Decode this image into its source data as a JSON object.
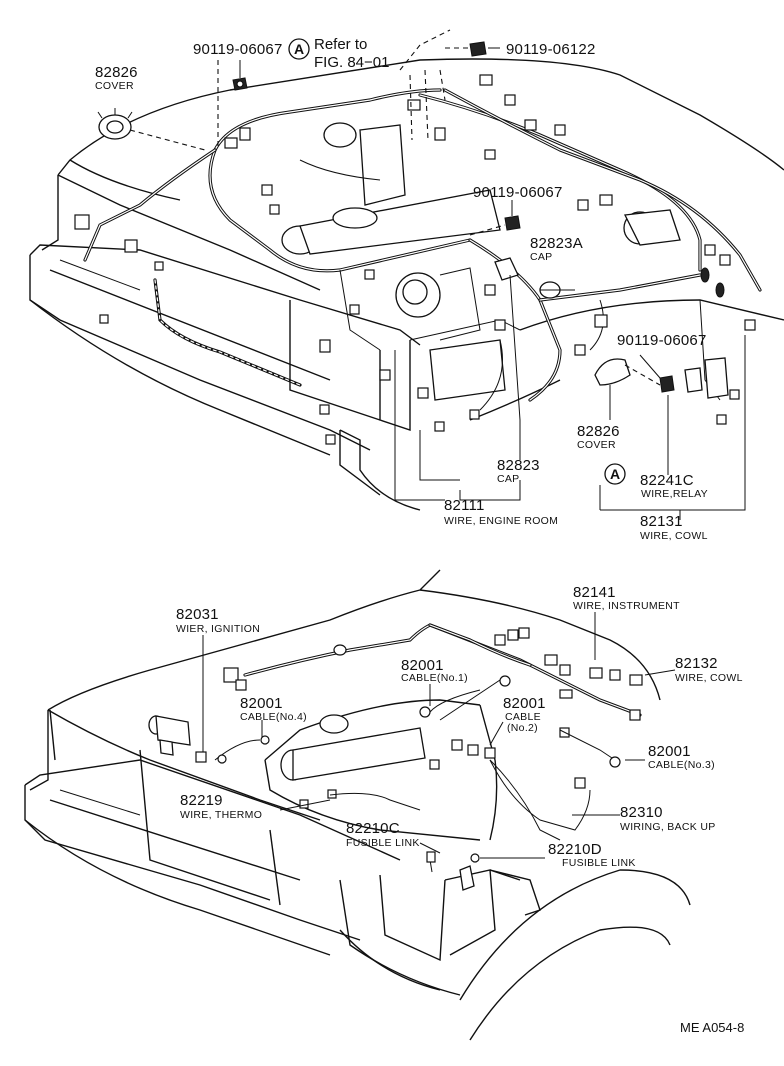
{
  "top": {
    "ref_note": {
      "circle_letter": "A",
      "line1": "Refer to",
      "line2": "FIG. 84−01"
    },
    "labels": {
      "bolt_left": {
        "number": "90119-06067"
      },
      "bolt_right": {
        "number": "90119-06122"
      },
      "cover_left": {
        "number": "82826",
        "desc": "COVER"
      },
      "bolt_mid": {
        "number": "90119-06067"
      },
      "cap_a": {
        "number": "82823A",
        "desc": "CAP"
      },
      "bolt_lower": {
        "number": "90119-06067"
      },
      "cover_right": {
        "number": "82826",
        "desc": "COVER"
      },
      "cap": {
        "number": "82823",
        "desc": "CAP"
      },
      "relay": {
        "circle_letter": "A",
        "number": "82241C",
        "desc": "WIRE,RELAY"
      },
      "engine_room": {
        "number": "82111",
        "desc": "WIRE, ENGINE ROOM"
      },
      "cowl": {
        "number": "82131",
        "desc": "WIRE, COWL"
      }
    }
  },
  "bottom": {
    "labels": {
      "ignition": {
        "number": "82031",
        "desc": "WIER, IGNITION"
      },
      "instrument": {
        "number": "82141",
        "desc": "WIRE, INSTRUMENT"
      },
      "cable1": {
        "number": "82001",
        "desc": "CABLE(No.1)"
      },
      "cowl2": {
        "number": "82132",
        "desc": "WIRE, COWL"
      },
      "cable4": {
        "number": "82001",
        "desc": "CABLE(No.4)"
      },
      "cable2": {
        "number": "82001",
        "desc1": "CABLE",
        "desc2": "(No.2)"
      },
      "cable3": {
        "number": "82001",
        "desc": "CABLE(No.3)"
      },
      "thermo": {
        "number": "82219",
        "desc": "WIRE, THERMO"
      },
      "backup": {
        "number": "82310",
        "desc": "WIRING, BACK UP"
      },
      "fusible_c": {
        "number": "82210C",
        "desc": "FUSIBLE LINK"
      },
      "fusible_d": {
        "number": "82210D",
        "desc": "FUSIBLE LINK"
      }
    }
  },
  "figure_id": "ME A054-8"
}
